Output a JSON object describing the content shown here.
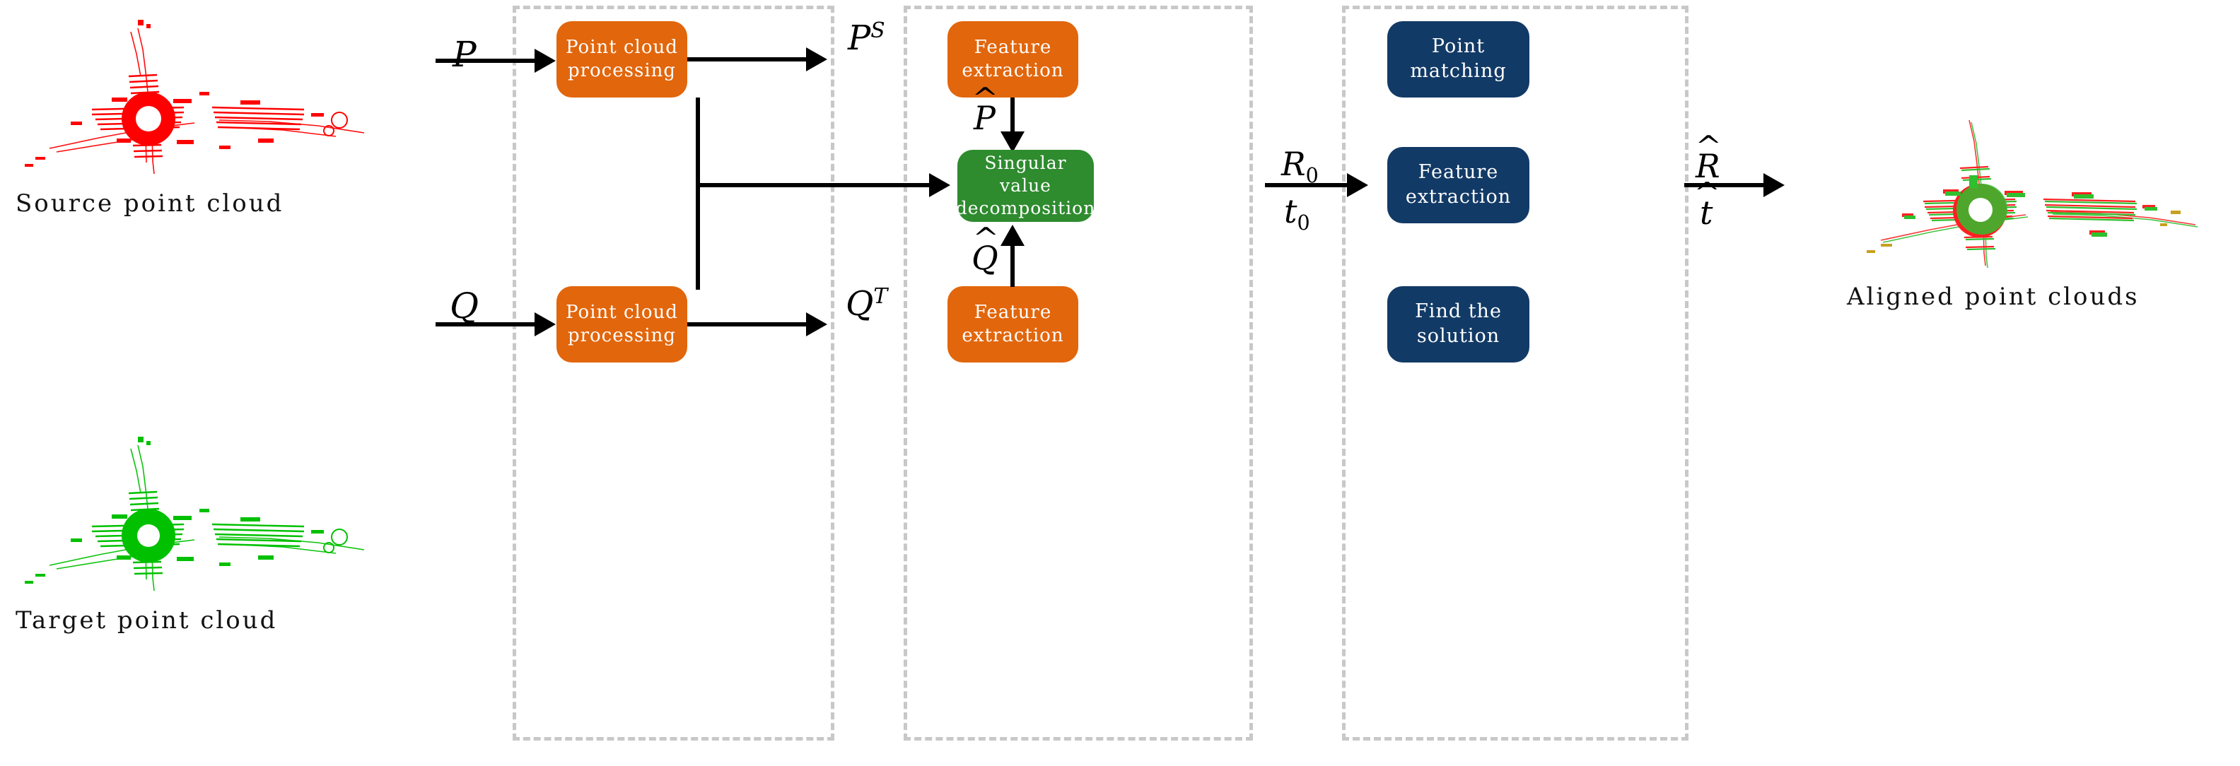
{
  "figure": {
    "title": "Point cloud registration pipeline block diagram",
    "background": "#ffffff"
  },
  "colors": {
    "orange": "#E2660C",
    "green": "#2E8B2E",
    "navy": "#123A66",
    "dashed_border": "#c8c8c8",
    "arrow": "#000000",
    "source_cloud": "#FF0000",
    "target_cloud": "#00C000",
    "aligned_cloud_a": "#FF2020",
    "aligned_cloud_b": "#2FBF2F"
  },
  "thumbnails": [
    {
      "id": "source",
      "caption": "Source point cloud",
      "color": "#FF0000"
    },
    {
      "id": "target",
      "caption": "Target point cloud",
      "color": "#00C000"
    },
    {
      "id": "aligned",
      "caption": "Aligned point clouds",
      "color": "#FF2020"
    }
  ],
  "groups": [
    {
      "id": "group-preprocess",
      "name": "preprocessing-stage"
    },
    {
      "id": "group-coarse",
      "name": "coarse-registration-stage"
    },
    {
      "id": "group-fine",
      "name": "fine-registration-stage"
    }
  ],
  "boxes": [
    {
      "id": "pcp-top",
      "label": "Point cloud\nprocessing",
      "color": "orange"
    },
    {
      "id": "pcp-bottom",
      "label": "Point cloud\nprocessing",
      "color": "orange"
    },
    {
      "id": "fe-top",
      "label": "Feature\nextraction",
      "color": "orange"
    },
    {
      "id": "fe-bottom",
      "label": "Feature\nextraction",
      "color": "orange"
    },
    {
      "id": "svd",
      "label": "Singular\nvalue\ndecomposition",
      "color": "green"
    },
    {
      "id": "point-match",
      "label": "Point\nmatching",
      "color": "navy"
    },
    {
      "id": "fe-right",
      "label": "Feature\nextraction",
      "color": "navy"
    },
    {
      "id": "find-sol",
      "label": "Find the\nsolution",
      "color": "navy"
    }
  ],
  "labels": {
    "P": {
      "base": "P",
      "sup": "",
      "sub": "",
      "hat": false
    },
    "PS": {
      "base": "P",
      "sup": "S",
      "sub": "",
      "hat": false
    },
    "Q": {
      "base": "Q",
      "sup": "",
      "sub": "",
      "hat": false
    },
    "QT": {
      "base": "Q",
      "sup": "T",
      "sub": "",
      "hat": false
    },
    "Phat": {
      "base": "P",
      "sup": "",
      "sub": "",
      "hat": true
    },
    "Qhat": {
      "base": "Q",
      "sup": "",
      "sub": "",
      "hat": true
    },
    "R0": {
      "base": "R",
      "sup": "",
      "sub": "0",
      "hat": false
    },
    "t0": {
      "base": "t",
      "sup": "",
      "sub": "0",
      "hat": false
    },
    "Rhat": {
      "base": "R",
      "sup": "",
      "sub": "",
      "hat": true
    },
    "that": {
      "base": "t",
      "sup": "",
      "sub": "",
      "hat": true
    }
  },
  "label_text": {
    "P": "P",
    "PS": "P",
    "PS_sup": "S",
    "Q": "Q",
    "QT": "Q",
    "QT_sup": "T",
    "Phat": "P",
    "Qhat": "Q",
    "R0": "R",
    "R0_sub": "0",
    "t0": "t",
    "t0_sub": "0",
    "Rhat": "R",
    "that": "t"
  },
  "box_text": {
    "pcp_top": "Point cloud\nprocessing",
    "pcp_bottom": "Point cloud\nprocessing",
    "fe_top": "Feature\nextraction",
    "fe_bottom": "Feature\nextraction",
    "svd": "Singular\nvalue\ndecomposition",
    "point_match": "Point\nmatching",
    "fe_right": "Feature\nextraction",
    "find_sol": "Find the\nsolution"
  },
  "captions": {
    "source": "Source point cloud",
    "target": "Target point cloud",
    "aligned": "Aligned point clouds"
  }
}
